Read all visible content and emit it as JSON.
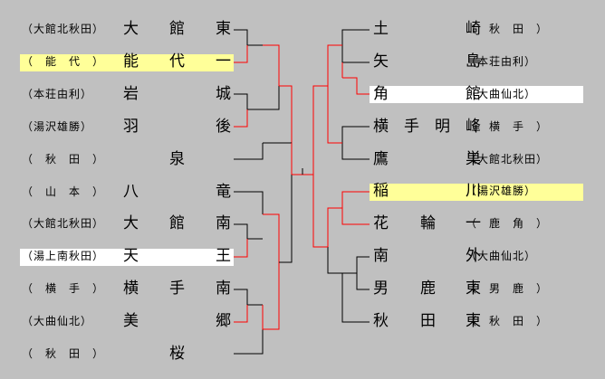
{
  "colors": {
    "background": "#c0c0c0",
    "line": "#000000",
    "winner_line": "#ff0000",
    "highlight_yellow": "#ffff99",
    "highlight_white": "#ffffff"
  },
  "left_teams": [
    {
      "region": "（大館北秋田）",
      "name": [
        "大",
        "館",
        "東"
      ]
    },
    {
      "region": "（　能　代　）",
      "name": [
        "能",
        "代",
        "一"
      ]
    },
    {
      "region": "（本荘由利）",
      "name": [
        "岩",
        "",
        "城"
      ]
    },
    {
      "region": "（湯沢雄勝）",
      "name": [
        "羽",
        "",
        "後"
      ]
    },
    {
      "region": "（　秋　田　）",
      "name": [
        "",
        "泉",
        ""
      ]
    },
    {
      "region": "（　山　本　）",
      "name": [
        "八",
        "",
        "竜"
      ]
    },
    {
      "region": "（大館北秋田）",
      "name": [
        "大",
        "館",
        "南"
      ]
    },
    {
      "region": "（湯上南秋田）",
      "name": [
        "天",
        "",
        "王"
      ]
    },
    {
      "region": "（　横　手　）",
      "name": [
        "横",
        "手",
        "南"
      ]
    },
    {
      "region": "（大曲仙北）",
      "name": [
        "美",
        "",
        "郷"
      ]
    },
    {
      "region": "（　秋　田　）",
      "name": [
        "",
        "桜",
        ""
      ]
    }
  ],
  "right_teams": [
    {
      "region": "（　秋　田　）",
      "name": [
        "土",
        "",
        "崎"
      ]
    },
    {
      "region": "（本荘由利）",
      "name": [
        "矢",
        "",
        "島"
      ]
    },
    {
      "region": "（大曲仙北）",
      "name": [
        "角",
        "",
        "館"
      ]
    },
    {
      "region": "（　横　手　）",
      "name": [
        "横",
        "手",
        "明",
        "峰"
      ]
    },
    {
      "region": "（大館北秋田）",
      "name": [
        "鷹",
        "",
        "巣"
      ]
    },
    {
      "region": "（湯沢雄勝）",
      "name": [
        "稲",
        "",
        "川"
      ]
    },
    {
      "region": "（　鹿　角　）",
      "name": [
        "花",
        "輪",
        "一"
      ]
    },
    {
      "region": "（大曲仙北）",
      "name": [
        "南",
        "",
        "外"
      ]
    },
    {
      "region": "（　男　鹿　）",
      "name": [
        "男",
        "鹿",
        "東"
      ]
    },
    {
      "region": "（　秋　田　）",
      "name": [
        "秋",
        "田",
        "東"
      ]
    }
  ]
}
